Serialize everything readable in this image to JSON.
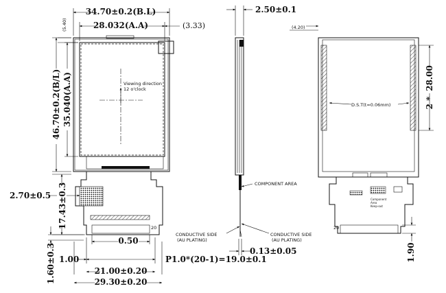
{
  "front": {
    "width_total": "34.70±0.2(B.L)",
    "width_aa": "28.032(A.A)",
    "offset_right": "(3.33)",
    "offset_top": "(5.40)",
    "height_total": "46.70±0.2(B/L)",
    "height_aa": "35.040(A.A)",
    "viewing_direction_line1": "Viewing direction",
    "viewing_direction_line2": "12 o'clock",
    "pad_offset": "2.70±0.5",
    "fpc_length": "17.43±0.3",
    "pin_number": "20",
    "pitch": "0.50",
    "edge_offset": "1.00",
    "pitch_total": "P1.0*(20-1)=19.0±0.1",
    "fpc_thickness": "1.60±0.3",
    "pin_span": "21.00±0.20",
    "fpc_width": "29.30±0.20"
  },
  "side": {
    "thickness": "2.50±0.1",
    "component_area": "COMPONENT AREA",
    "conductive_left_line1": "CONDUCTIVE SIDE",
    "conductive_left_line2": "(AU PLATING)",
    "conductive_right_line1": "CONDUCTIVE SIDE",
    "conductive_right_line2": "(AU PLATING)",
    "fpc_thick": "0.13±0.05"
  },
  "back": {
    "offset_top": "(4.20)",
    "tape_length": "28.00",
    "tape_count": "2 *",
    "tape_label": "D.S.T(t=0.06mm)",
    "pin_number": "20",
    "bottom_offset": "1.90",
    "component_label_1": "Component",
    "component_label_2": "Area",
    "component_label_3": "Keep-out"
  }
}
